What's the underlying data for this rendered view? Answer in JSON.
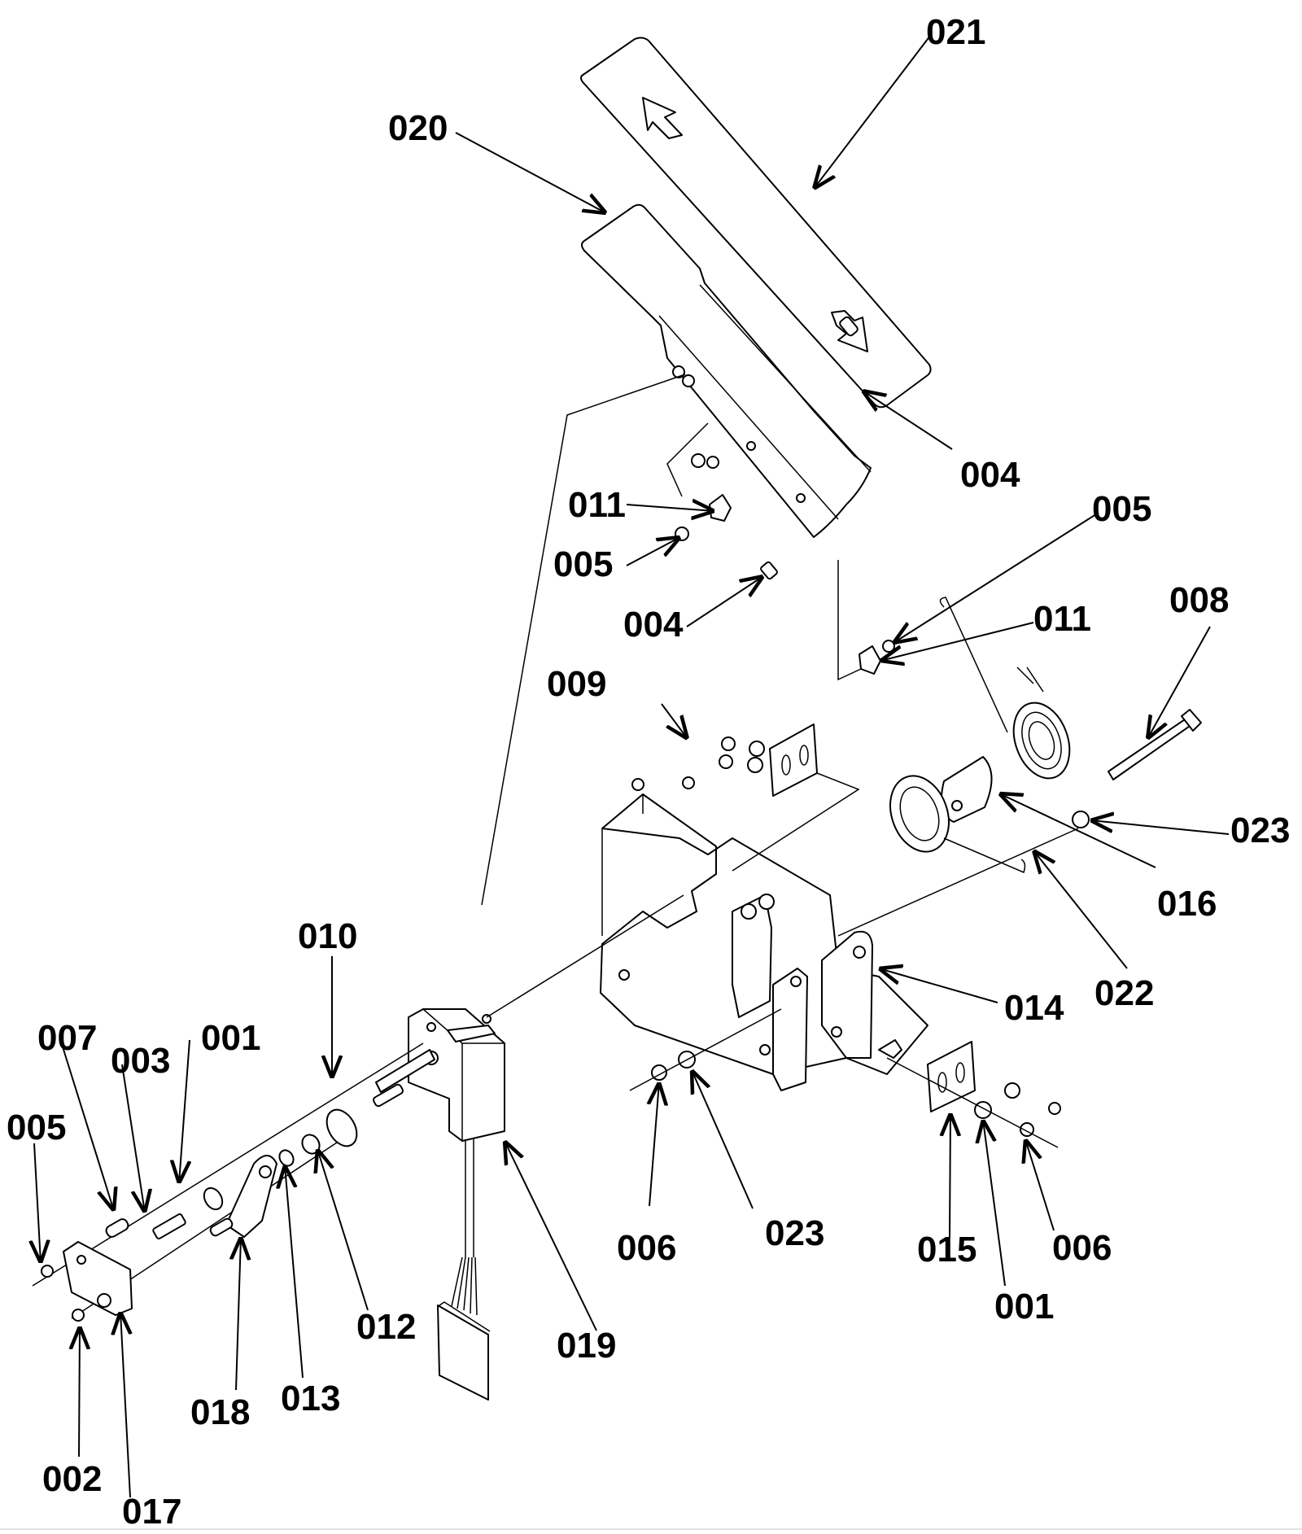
{
  "diagram": {
    "type": "exploded-parts-view",
    "subject": "pedal assembly",
    "colors": {
      "line": "#000000",
      "background": "#ffffff"
    },
    "callouts": [
      {
        "id": "c021",
        "label": "021"
      },
      {
        "id": "c020",
        "label": "020"
      },
      {
        "id": "c004a",
        "label": "004"
      },
      {
        "id": "c011a",
        "label": "011"
      },
      {
        "id": "c005a",
        "label": "005"
      },
      {
        "id": "c005b",
        "label": "005"
      },
      {
        "id": "c004b",
        "label": "004"
      },
      {
        "id": "c011b",
        "label": "011"
      },
      {
        "id": "c008",
        "label": "008"
      },
      {
        "id": "c009",
        "label": "009"
      },
      {
        "id": "c023a",
        "label": "023"
      },
      {
        "id": "c016",
        "label": "016"
      },
      {
        "id": "c022",
        "label": "022"
      },
      {
        "id": "c014",
        "label": "014"
      },
      {
        "id": "c010",
        "label": "010"
      },
      {
        "id": "c007",
        "label": "007"
      },
      {
        "id": "c003",
        "label": "003"
      },
      {
        "id": "c001a",
        "label": "001"
      },
      {
        "id": "c005c",
        "label": "005"
      },
      {
        "id": "c006a",
        "label": "006"
      },
      {
        "id": "c023b",
        "label": "023"
      },
      {
        "id": "c015",
        "label": "015"
      },
      {
        "id": "c006b",
        "label": "006"
      },
      {
        "id": "c001b",
        "label": "001"
      },
      {
        "id": "c012",
        "label": "012"
      },
      {
        "id": "c019",
        "label": "019"
      },
      {
        "id": "c018",
        "label": "018"
      },
      {
        "id": "c013",
        "label": "013"
      },
      {
        "id": "c002",
        "label": "002"
      },
      {
        "id": "c017",
        "label": "017"
      }
    ]
  }
}
